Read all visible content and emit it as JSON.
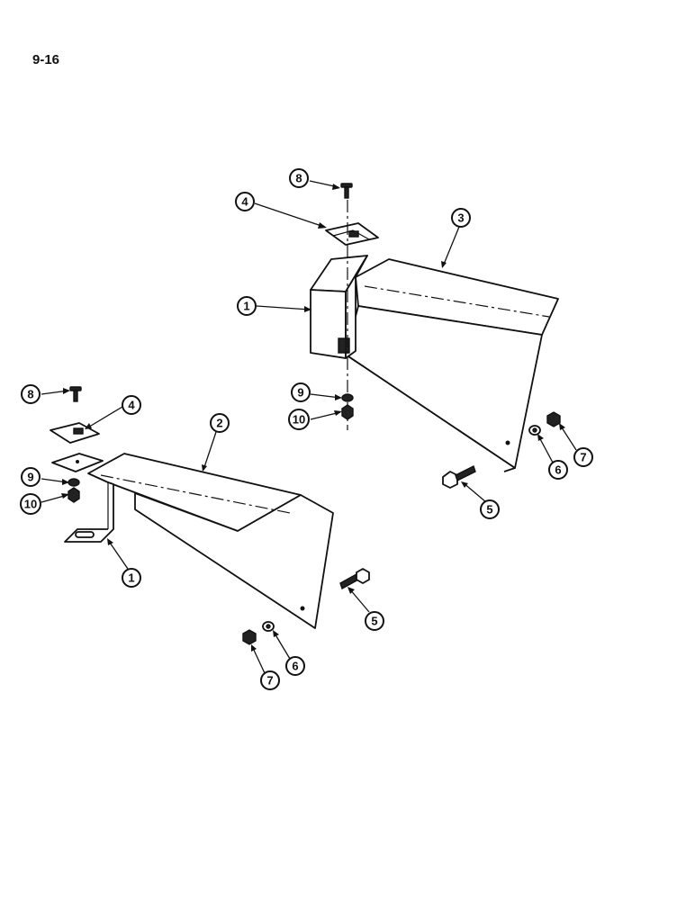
{
  "page": {
    "number": "9-16"
  },
  "callouts": [
    {
      "id": "c8a",
      "label": "8"
    },
    {
      "id": "c4a",
      "label": "4"
    },
    {
      "id": "c3",
      "label": "3"
    },
    {
      "id": "c1a",
      "label": "1"
    },
    {
      "id": "c9a",
      "label": "9"
    },
    {
      "id": "c10a",
      "label": "10"
    },
    {
      "id": "c7a",
      "label": "7"
    },
    {
      "id": "c6a",
      "label": "6"
    },
    {
      "id": "c5a",
      "label": "5"
    },
    {
      "id": "c8b",
      "label": "8"
    },
    {
      "id": "c4b",
      "label": "4"
    },
    {
      "id": "c2",
      "label": "2"
    },
    {
      "id": "c9b",
      "label": "9"
    },
    {
      "id": "c10b",
      "label": "10"
    },
    {
      "id": "c1b",
      "label": "1"
    },
    {
      "id": "c5b",
      "label": "5"
    },
    {
      "id": "c6b",
      "label": "6"
    },
    {
      "id": "c7b",
      "label": "7"
    }
  ]
}
